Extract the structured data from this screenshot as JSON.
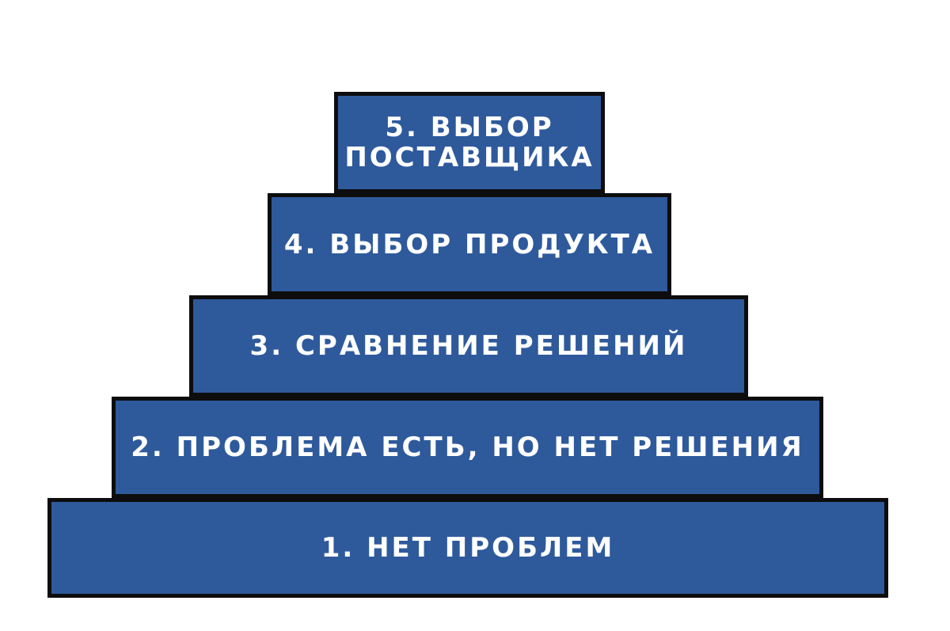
{
  "pyramid": {
    "fill_color": "#2e5a9c",
    "border_color": "#0d0d0d",
    "text_color": "#ffffff",
    "levels": [
      {
        "label": "1. НЕТ ПРОБЛЕМ"
      },
      {
        "label": "2. ПРОБЛЕМА ЕСТЬ, НО НЕТ РЕШЕНИЯ"
      },
      {
        "label": "3. СРАВНЕНИЕ РЕШЕНИЙ"
      },
      {
        "label": "4. ВЫБОР ПРОДУКТА"
      },
      {
        "label": "5. ВЫБОР\nПОСТАВЩИКА"
      }
    ]
  }
}
